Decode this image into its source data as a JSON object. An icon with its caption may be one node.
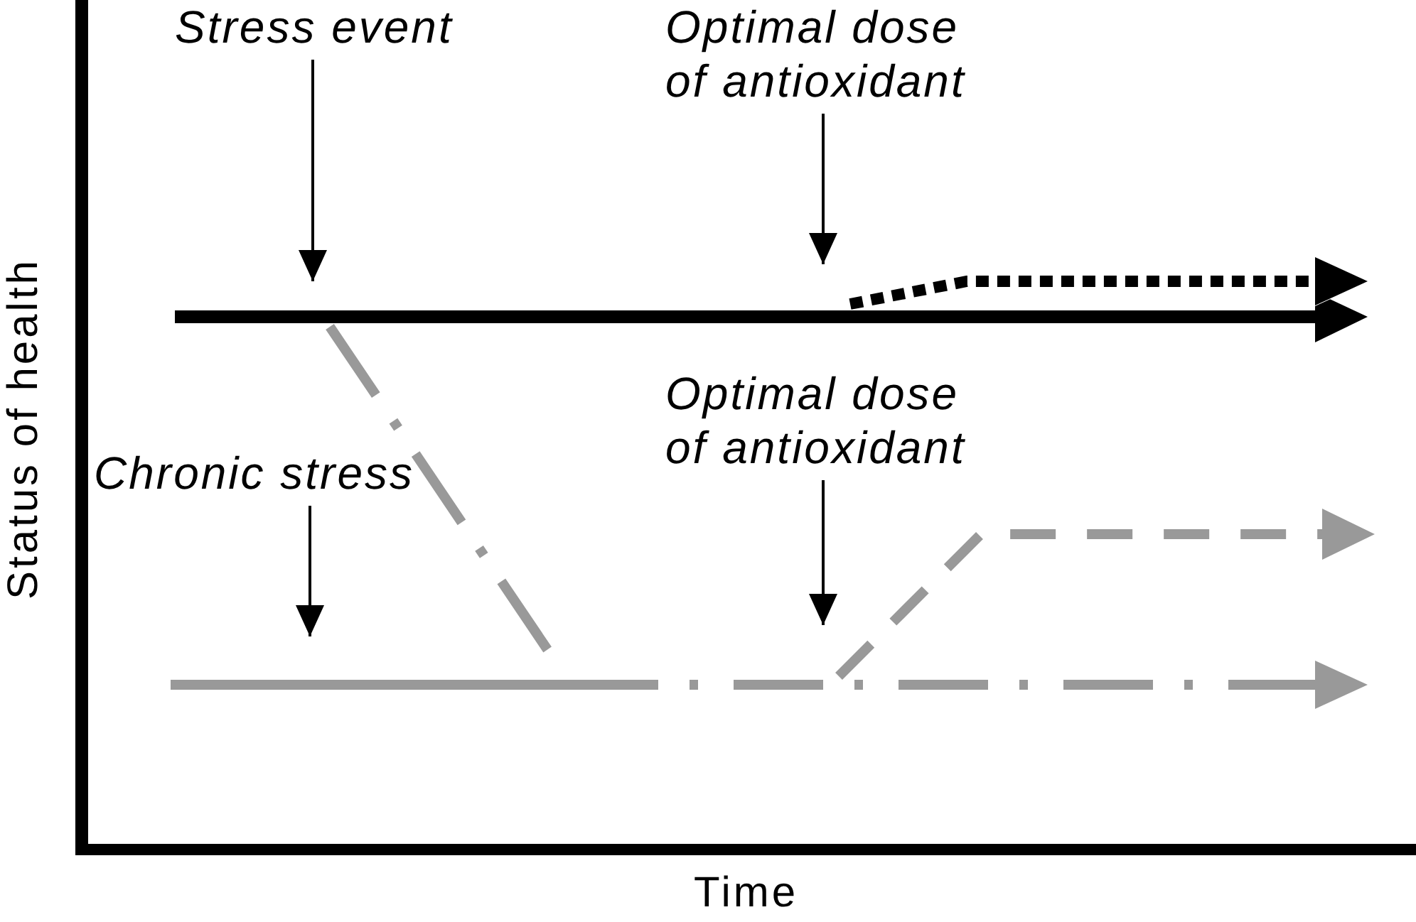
{
  "diagram": {
    "nodes": [
      {
        "text": [
          "Stress event"
        ]
      },
      {
        "text": [
          "Optimal dose of antioxidant"
        ]
      },
      {
        "text": [
          "Chronic stress"
        ]
      },
      {
        "text": [
          "Optimal dose of antioxidant"
        ]
      }
    ],
    "edges": [
      {
        "from": 0,
        "to": null,
        "arrow": "to"
      },
      {
        "from": 1,
        "to": null,
        "arrow": "to"
      },
      {
        "from": 2,
        "to": null,
        "arrow": "to"
      },
      {
        "from": 3,
        "to": null,
        "arrow": "to"
      }
    ],
    "labels": [
      "Status of health",
      "Time"
    ]
  }
}
